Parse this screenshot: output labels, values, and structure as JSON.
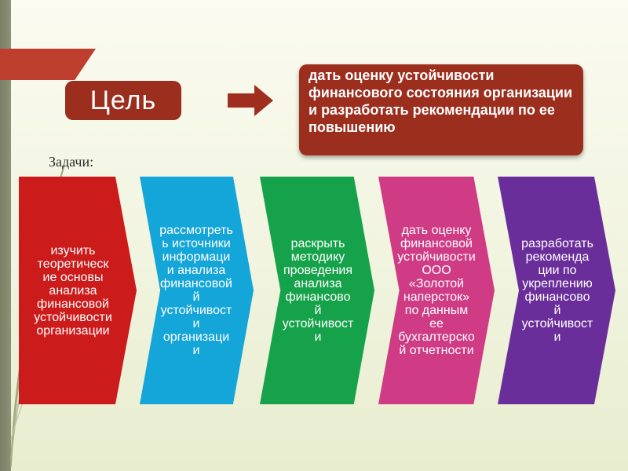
{
  "goal": {
    "label": "Цель",
    "text": "дать оценку устойчивости финансового состояния организации и разработать рекомендации по ее повышению"
  },
  "tasks_label": "Задачи:",
  "tasks": [
    {
      "text": "изучить\nтеоретическ\nие основы\nанализа\nфинансовой\nустойчивости\nорганизации",
      "color": "#cc1b1b"
    },
    {
      "text": "рассмотреть\nь источники\nинформаци\nи анализа\nфинансовой\nй\nустойчивост\nи\nорганизаци\nи",
      "color": "#14a5d9"
    },
    {
      "text": "раскрыть\nметодику\nпроведения\nанализа\nфинансово\nй\nустойчивост\nи",
      "color": "#16a24a"
    },
    {
      "text": "дать оценку\nфинансовой\nустойчивости\nООО\n«Золотой\nнаперсток»\nпо данным\nее\nбухгалтерско\nй отчетности",
      "color": "#cf3b85"
    },
    {
      "text": "разработать\nрекоменда\nции по\nукреплению\nфинансово\nй\nустойчивост\nи",
      "color": "#6a2e9b"
    }
  ],
  "icons": [
    "arrow-right-icon"
  ]
}
